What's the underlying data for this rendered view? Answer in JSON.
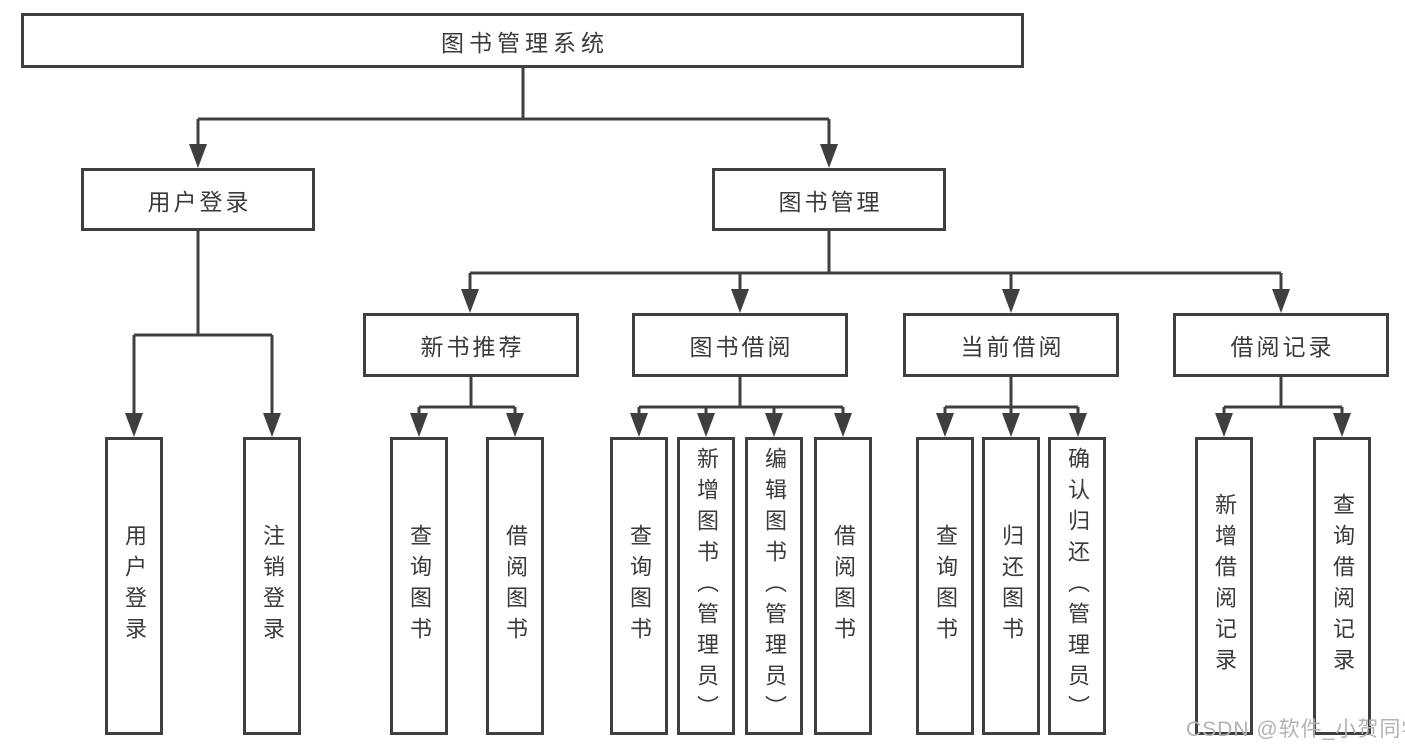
{
  "diagram": {
    "root": {
      "label": "图书管理系统"
    },
    "level2": [
      {
        "label": "用户登录"
      },
      {
        "label": "图书管理"
      }
    ],
    "level3": [
      {
        "label": "新书推荐"
      },
      {
        "label": "图书借阅"
      },
      {
        "label": "当前借阅"
      },
      {
        "label": "借阅记录"
      }
    ],
    "leaves": [
      {
        "label": "用户登录"
      },
      {
        "label": "注销登录"
      },
      {
        "label": "查询图书"
      },
      {
        "label": "借阅图书"
      },
      {
        "label": "查询图书"
      },
      {
        "label": "新增图书（管理员）"
      },
      {
        "label": "编辑图书（管理员）"
      },
      {
        "label": "借阅图书"
      },
      {
        "label": "查询图书"
      },
      {
        "label": "归还图书"
      },
      {
        "label": "确认归还（管理员）"
      },
      {
        "label": "新增借阅记录"
      },
      {
        "label": "查询借阅记录"
      }
    ]
  },
  "watermark": {
    "text": "CSDN @软件_小贺同学"
  },
  "colors": {
    "line": "#3f3f3f",
    "text": "#3a3a3a",
    "background": "#ffffff",
    "watermark": "#b3b3b3"
  }
}
